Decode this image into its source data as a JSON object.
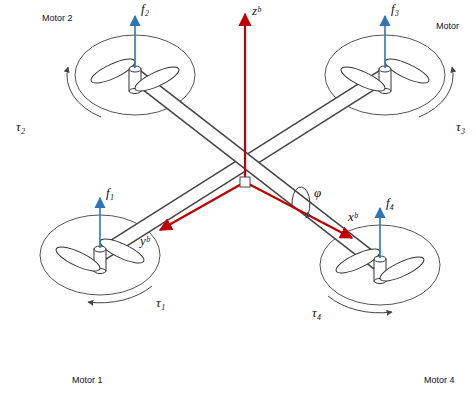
{
  "diagram": {
    "labels": [
      "Motor 2",
      "f₂",
      "zᵇ",
      "f₃",
      "Motor",
      "τ₂",
      "τ₃",
      "φ",
      "f₁",
      "yᵇ",
      "xᵇ",
      "f₄",
      "τ₁",
      "Motor 1",
      "τ₄",
      "Motor 4"
    ]
  }
}
